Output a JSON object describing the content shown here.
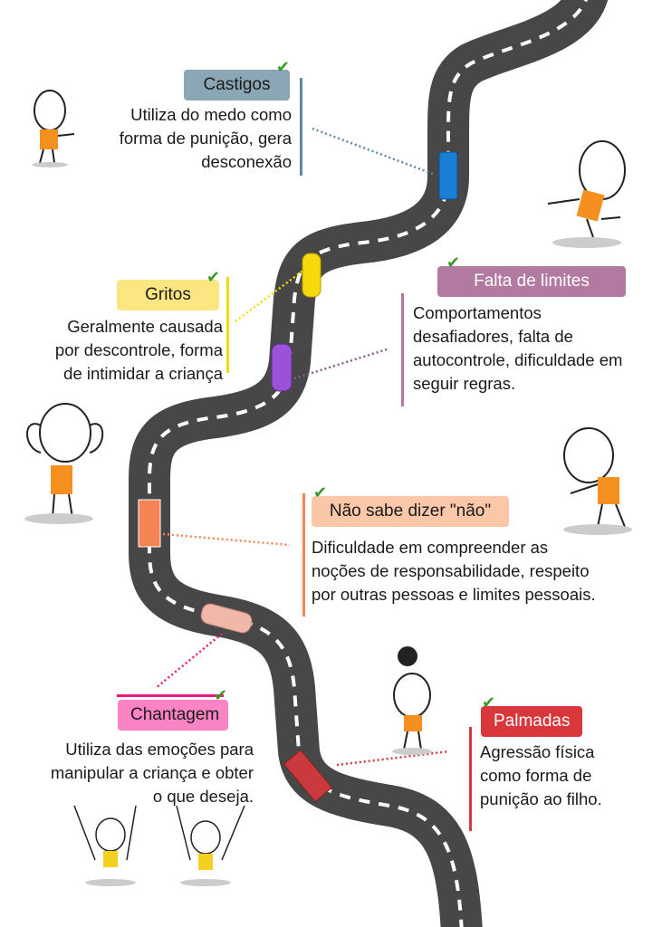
{
  "items": [
    {
      "title": "Castigos",
      "text": [
        "Utiliza do medo como",
        "forma de punição, gera",
        "desconexão"
      ],
      "color": "#8ba7b5",
      "car_color": "#1a7fd4"
    },
    {
      "title": "Gritos",
      "text": [
        "Geralmente causada",
        "por descontrole, forma",
        "de intimidar a criança"
      ],
      "color": "#fbe681",
      "car_color": "#f5d90a"
    },
    {
      "title": "Falta de limites",
      "text": [
        "Comportamentos",
        "desafiadores, falta de",
        "autocontrole, dificuldade em",
        "seguir regras."
      ],
      "color": "#b27aa0",
      "car_color": "#9a52d9"
    },
    {
      "title": "Não sabe dizer \"não\"",
      "text": [
        "Dificuldade em compreender as",
        "noções de responsabilidade, respeito",
        "por outras pessoas e limites pessoais."
      ],
      "color": "#fbc7a9",
      "car_color": "#f58455"
    },
    {
      "title": "Chantagem",
      "text": [
        "Utiliza das emoções para",
        "manipular a criança e obter",
        "o que deseja."
      ],
      "color": "#fc83c4",
      "car_color": "#f0b8a8"
    },
    {
      "title": "Palmadas",
      "text": [
        "Agressão física",
        "como forma de",
        "punição ao filho."
      ],
      "color": "#d9373c",
      "car_color": "#c9393e"
    }
  ]
}
